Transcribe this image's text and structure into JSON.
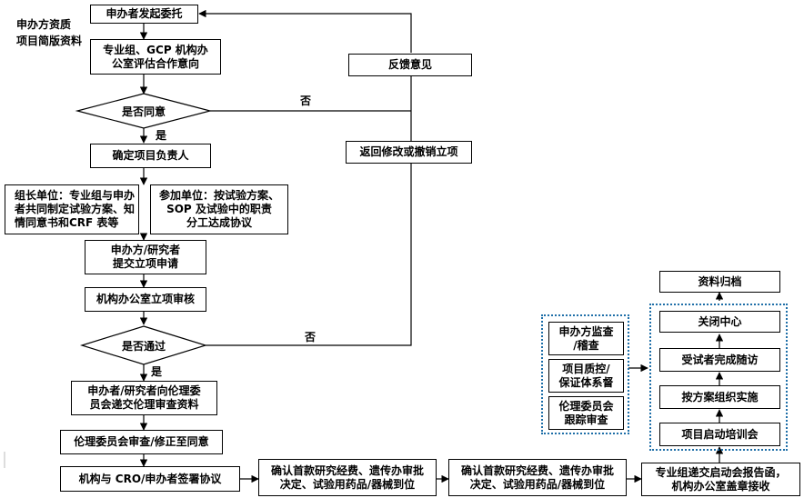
{
  "left_note": "申办方资质\n项目简版资料",
  "boxes": {
    "initiate": "申办者发起委托",
    "evaluate": "专业组、GCP 机构办\n公室评估合作意向",
    "assign_pi": "确定项目负责人",
    "lead_unit": "组长单位：专业组与申办\n者共同制定试验方案、知\n情同意书和CRF 表等",
    "participant_unit": "参加单位：按试验方案、\nSOP 及试验中的职责\n分工达成协议",
    "submit_application": "申办方/研究者\n提交立项申请",
    "office_review": "机构办公室立项审核",
    "submit_ethics": "申办者/研究者向伦理委\n员会递交伦理审查资料",
    "ethics_review": "伦理委员会审查/修正至同意",
    "sign_agreement": "机构与 CRO/申办者签署协议",
    "confirm_1": "确认首款研究经费、遗传办审批\n决定、试验用药品/器械到位",
    "confirm_2": "确认首款研究经费、遗传办审批\n决定、试验用药品/器械到位",
    "report_letter": "专业组递交启动会报告函，\n机构办公室盖章接收",
    "feedback": "反馈意见",
    "return_modify": "返回修改或撤销立项",
    "kickoff_training": "项目启动培训会",
    "implement": "按方案组织实施",
    "follow_up": "受试者完成随访",
    "close_center": "关闭中心",
    "archive": "资料归档",
    "sponsor_monitor": "申办方监查\n/稽查",
    "qc_system": "项目质控/\n保证体系督",
    "ethics_track": "伦理委员会\n跟踪审查"
  },
  "decisions": {
    "agree": "是否同意",
    "pass": "是否通过"
  },
  "labels": {
    "yes_1": "是",
    "yes_2": "是",
    "no_1": "否",
    "no_2": "否"
  }
}
